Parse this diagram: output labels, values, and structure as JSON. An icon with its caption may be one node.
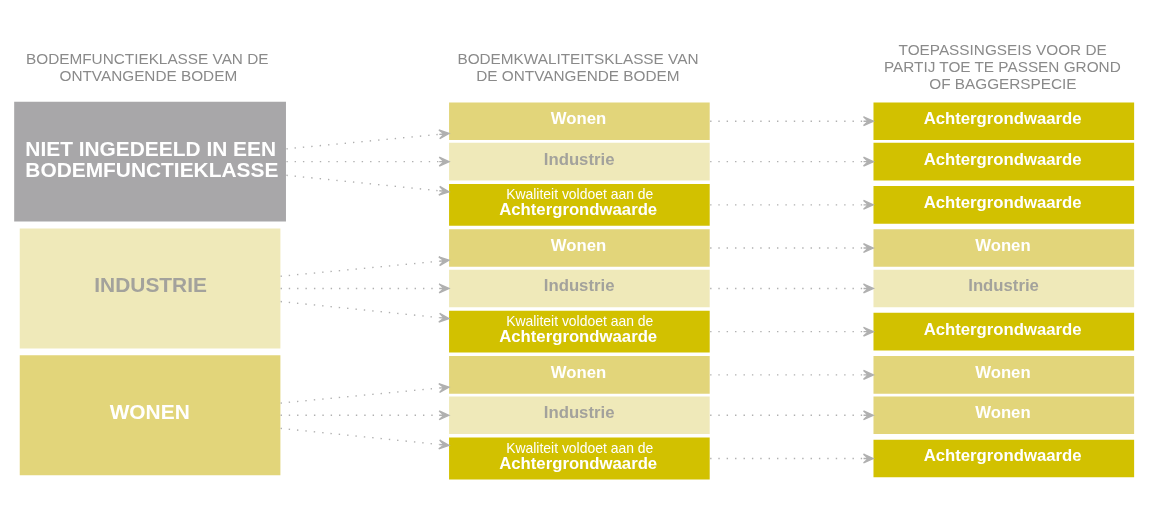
{
  "diagram": {
    "nodes": [
      {
        "text": [
          "WONEN"
        ]
      },
      {
        "text": [
          "Wonen"
        ]
      },
      {
        "text": [
          "Industrie"
        ]
      },
      {
        "text": [
          "Kwaliteit voldoet aan de",
          "Achtergrondwaarde"
        ]
      },
      {
        "text": [
          "Wonen"
        ]
      },
      {
        "text": [
          "Wonen"
        ]
      },
      {
        "text": [
          "Achtergrondwaarde"
        ]
      },
      {
        "text": [
          "INDUSTRIE"
        ]
      },
      {
        "text": [
          "Wonen"
        ]
      },
      {
        "text": [
          "Industrie"
        ]
      },
      {
        "text": [
          "Kwaliteit voldoet aan de",
          "Achtergrondwaarde"
        ]
      },
      {
        "text": [
          "Wonen"
        ]
      },
      {
        "text": [
          "Industrie"
        ]
      },
      {
        "text": [
          "Achtergrondwaarde"
        ]
      },
      {
        "text": [
          "NIET INGEDEELD IN EEN BODEMFUNCTIEKLASSE"
        ]
      },
      {
        "text": [
          "Wonen"
        ]
      },
      {
        "text": [
          "Industrie"
        ]
      },
      {
        "text": [
          "Kwaliteit voldoet aan de",
          "Achtergrondwaarde"
        ]
      },
      {
        "text": [
          "Achtergrondwaarde"
        ]
      },
      {
        "text": [
          "Achtergrondwaarde"
        ]
      },
      {
        "text": [
          "Achtergrondwaarde"
        ]
      }
    ],
    "edges": [
      {
        "from": 0,
        "to": 1,
        "arrow": "to",
        "style": "dashed"
      },
      {
        "from": 0,
        "to": 2,
        "arrow": "to",
        "style": "dashed"
      },
      {
        "from": 0,
        "to": 3,
        "arrow": "to",
        "style": "dashed"
      },
      {
        "from": 1,
        "to": 4,
        "arrow": "to",
        "style": "dashed"
      },
      {
        "from": 2,
        "to": 5,
        "arrow": "to",
        "style": "dashed"
      },
      {
        "from": 3,
        "to": 6,
        "arrow": "to",
        "style": "dashed"
      },
      {
        "from": 7,
        "to": 8,
        "arrow": "to",
        "style": "dashed"
      },
      {
        "from": 7,
        "to": 9,
        "arrow": "to",
        "style": "dashed"
      },
      {
        "from": 7,
        "to": 10,
        "arrow": "to",
        "style": "dashed"
      },
      {
        "from": 8,
        "to": 11,
        "arrow": "to",
        "style": "dashed"
      },
      {
        "from": 9,
        "to": 12,
        "arrow": "to",
        "style": "dashed"
      },
      {
        "from": 10,
        "to": 13,
        "arrow": "to",
        "style": "dashed"
      },
      {
        "from": 14,
        "to": 15,
        "arrow": "to",
        "style": "dashed"
      },
      {
        "from": 14,
        "to": 16,
        "arrow": "to",
        "style": "dashed"
      },
      {
        "from": 14,
        "to": 17,
        "arrow": "to",
        "style": "dashed"
      },
      {
        "from": 15,
        "to": 18,
        "arrow": "to",
        "style": "dashed"
      },
      {
        "from": 16,
        "to": 19,
        "arrow": "to",
        "style": "dashed"
      },
      {
        "from": 17,
        "to": 20,
        "arrow": "to",
        "style": "dashed"
      }
    ],
    "labels": [
      "BODEMFUNCTIEKLASSE VAN DE ONTVANGENDE BODEM",
      "BODEMKWALITEITSKLASSE VAN DE ONTVANGENDE BODEM",
      "TOEPASSINGSEIS VOOR DE PARTIJ TOE TE PASSEN GROND OF BAGGERSPECIE"
    ]
  }
}
